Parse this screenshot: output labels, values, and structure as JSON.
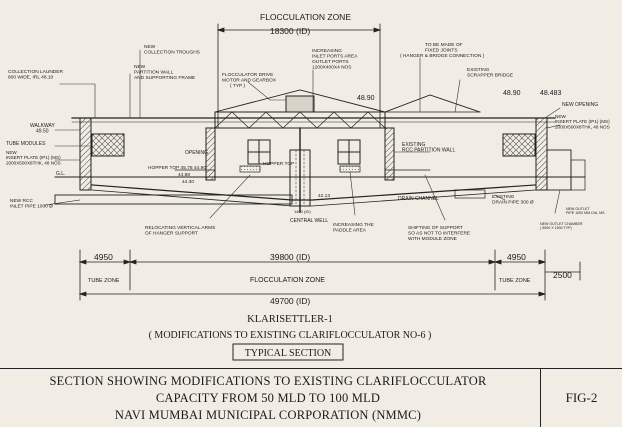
{
  "labels": {
    "floc_zone": "FLOCCULATION ZONE",
    "dim_top": "18300 (ID)",
    "new_troughs": [
      "NEW",
      "COLLECTION TROUGHS"
    ],
    "new_partition": [
      "NEW",
      "PARTITION WALL",
      "AND SUPPORTING FRAME"
    ],
    "launder": [
      "COLLECTION LAUNDER",
      "800 WIDE, IRL 48.10"
    ],
    "drive": [
      "FLOCCULATOR DRIVE",
      "MOTOR AND GEARBOX",
      "( TYP )"
    ],
    "inlet_ports": [
      "INCREASING",
      "INLET PORTS AREA",
      "OUTLET PORTS",
      "1200X400X4 NOS"
    ],
    "fixed_joints": [
      "TO BE MADE OF",
      "FIXED JOINTS",
      "( HANGER & BRIDGE CONNECTION )"
    ],
    "scrapper": [
      "EXISTING",
      "SCRAPPER BRIDGE"
    ],
    "lvl_4890_mid": "48.90",
    "lvl_4890_right": "48.90",
    "lvl_48483": "48.483",
    "new_opening": "NEW OPENING",
    "walkway": [
      "WALKWAY",
      "49.50"
    ],
    "tube_modules": "TUBE MODULES",
    "insert_left": [
      "NEW",
      "INSERT PLATE (IP1) (MS)",
      "2000X500X8THK, 48 NOS"
    ],
    "insert_right": [
      "NEW",
      "INSERT PLATE (IP1) (MS)",
      "2000X500X8THK, 48 NOS"
    ],
    "opening": "OPENING",
    "hopper_left": "HOPPER TOP 45.78",
    "hopper_right": "HOPPER TOP",
    "lvl_4490": "44.90",
    "lvl_4488": "44.88",
    "lvl_4430": "44.30",
    "gl": "G.L.",
    "rcc_partition": [
      "EXISTING",
      "RCC PARTITION WALL"
    ],
    "lvl_4213": "42.13",
    "lvl_1400": "1400 (ID)",
    "central_well": "CENTRAL WELL",
    "drain_channel": "DRAIN CHANNEL",
    "drain_pipe": [
      "EXISTING",
      "DRAIN PIPE 300 Ø"
    ],
    "inlet_pipe": [
      "NEW RCC",
      "INLET PIPE 1000 Ø"
    ],
    "new_outlet": [
      "NEW OUTLET",
      "PIPE 1000 MM DIA, MS"
    ],
    "new_outlet_chamber": [
      "NEW OUTLET CHAMBER",
      "( 5500 X 1500 TYP)"
    ],
    "relocating": [
      "RELOCATING VERTICAL ARMS",
      "OF HANGER SUPPORT"
    ],
    "paddle": [
      "INCREASING THE",
      "PADDLE AREA"
    ],
    "shifting": [
      "SHIFTING OF SUPPORT",
      "SO AS NOT TO INTERFERE",
      "WITH MODULE ZONE"
    ],
    "dim_4950_left": "4950",
    "tube_zone_left": "TUBE ZONE",
    "dim_39800": "39800 (ID)",
    "floc_zone_bottom": "FLOCCULATION ZONE",
    "dim_4950_right": "4950",
    "tube_zone_right": "TUBE ZONE",
    "dim_2500": "2500",
    "dim_49700": "49700 (ID)"
  },
  "caption": {
    "line1": "KLARISETTLER-1",
    "line2": "( MODIFICATIONS TO EXISTING CLARIFLOCCULATOR NO-6 )",
    "line3": "TYPICAL SECTION"
  },
  "title_block": {
    "line1": "SECTION SHOWING MODIFICATIONS TO EXISTING CLARIFLOCCULATOR",
    "line2": "CAPACITY FROM 50 MLD TO 100 MLD",
    "line3": "NAVI MUMBAI MUNICIPAL CORPORATION (NMMC)",
    "fig": "FIG-2"
  }
}
